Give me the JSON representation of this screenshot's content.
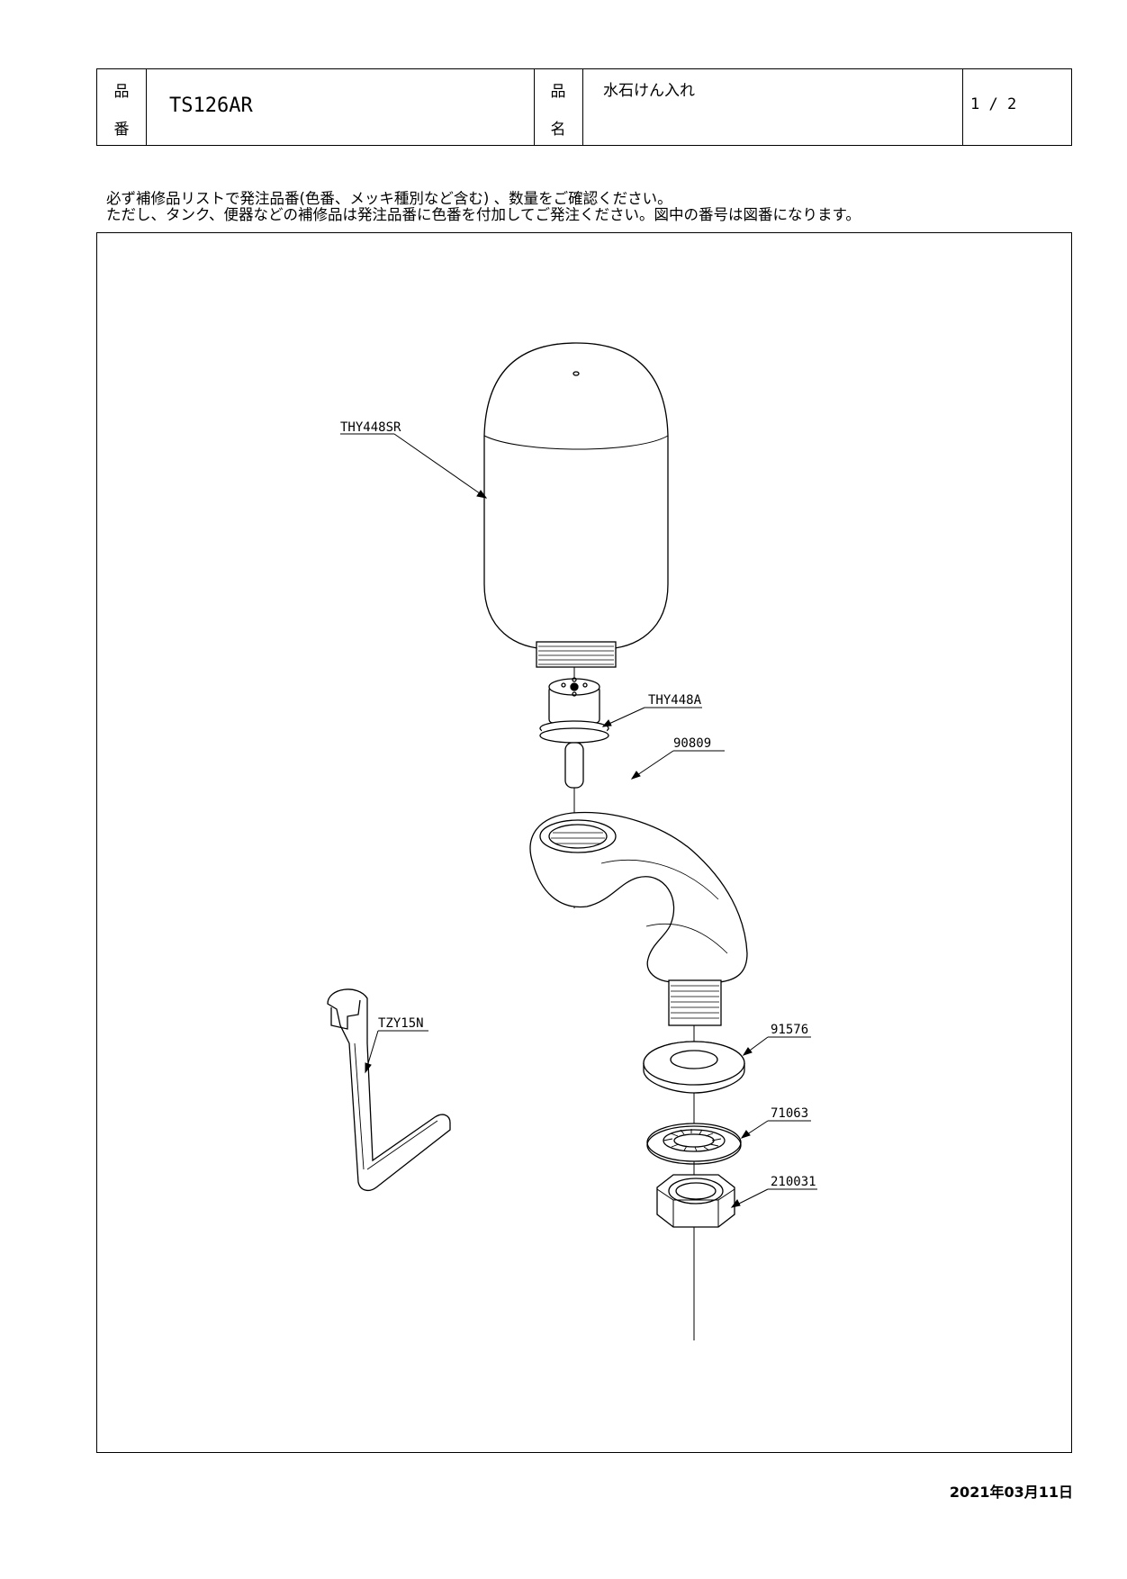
{
  "header": {
    "part_no_label_1": "品",
    "part_no_label_2": "番",
    "part_no": "TS126AR",
    "part_name_label_1": "品",
    "part_name_label_2": "名",
    "part_name": "水石けん入れ",
    "page": "1 / 2"
  },
  "notes": [
    "必ず補修品リストで発注品番(色番、メッキ種別など含む) 、数量をご確認ください。",
    "ただし、タンク、便器などの補修品は発注品番に色番を付加してご発注ください。図中の番号は図番になります。"
  ],
  "parts": {
    "tank": "THY448SR",
    "valve": "THY448A",
    "spout": "90809",
    "wrench": "TZY15N",
    "washer": "91576",
    "lock_washer": "71063",
    "nut": "210031"
  },
  "date": "2021年03月11日"
}
